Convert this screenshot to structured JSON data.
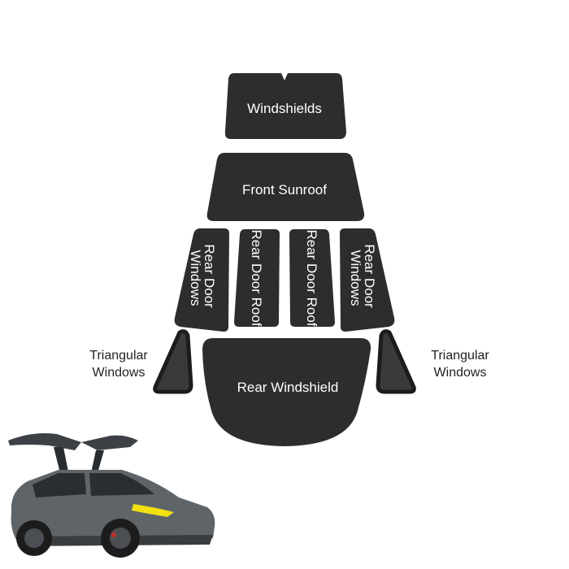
{
  "colors": {
    "piece_fill": "#2d2d2d",
    "mesh_fill": "#3a3a3a",
    "mesh_border": "#1c1c1c",
    "label_text": "#ffffff",
    "side_text": "#222222",
    "car_body": "#5f6468",
    "headlight": "#f2e10f"
  },
  "pieces": {
    "windshields": "Windshields",
    "front_sunroof": "Front Sunroof",
    "rear_door_windows_left": "Rear Door Windows",
    "rear_door_roof_left": "Rear Door Roof",
    "rear_door_roof_right": "Rear Door Roof",
    "rear_door_windows_right": "Rear Door Windows",
    "rear_windshield": "Rear Windshield"
  },
  "side_labels": {
    "left": {
      "line1": "Triangular",
      "line2": "Windows"
    },
    "right": {
      "line1": "Triangular",
      "line2": "Windows"
    }
  },
  "car": {
    "icon": "car-falcon-wing-icon"
  }
}
